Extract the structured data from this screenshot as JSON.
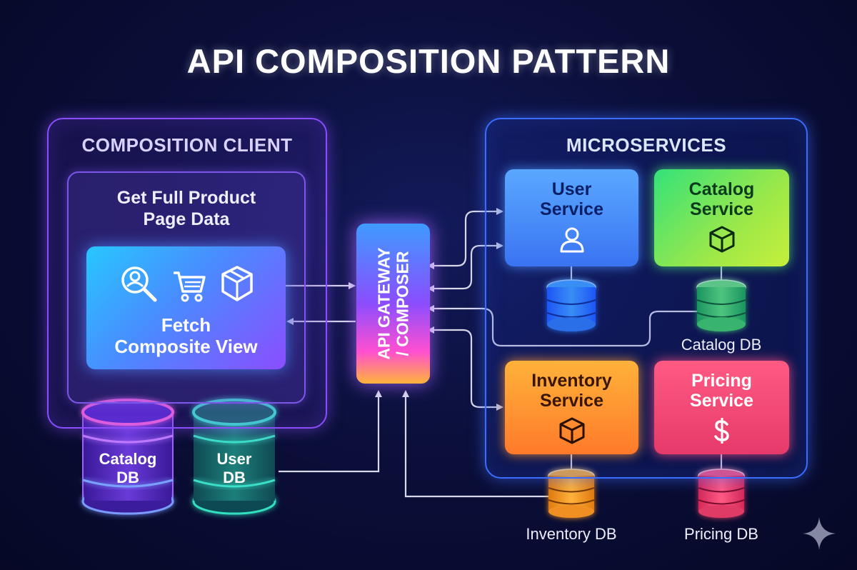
{
  "title": "API COMPOSITION PATTERN",
  "client": {
    "label": "COMPOSITION CLIENT",
    "inner_line1": "Get Full Product",
    "inner_line2": "Page Data",
    "fetch_line1": "Fetch",
    "fetch_line2": "Composite View",
    "icons": [
      "search-user-icon",
      "cart-icon",
      "box-icon"
    ]
  },
  "gateway": {
    "line1": "API GATEWAY",
    "line2": "/ COMPOSER"
  },
  "microservices": {
    "label": "MICROSERVICES",
    "user_service": {
      "line1": "User",
      "line2": "Service",
      "icon": "user-icon"
    },
    "catalog_service": {
      "line1": "Catalog",
      "line2": "Service",
      "icon": "cube-icon"
    },
    "inventory_service": {
      "line1": "Inventory",
      "line2": "Service",
      "icon": "cube-icon"
    },
    "pricing_service": {
      "line1": "Pricing",
      "line2": "Service",
      "icon": "dollar-icon"
    }
  },
  "databases": {
    "client_catalog": {
      "line1": "Catalog",
      "line2": "DB"
    },
    "client_user": {
      "line1": "User",
      "line2": "DB"
    },
    "catalog_caption": "Catalog DB",
    "inventory_caption": "Inventory DB",
    "pricing_caption": "Pricing DB"
  },
  "colors": {
    "background": "#0b0f3a",
    "client_border": "#8a4dff",
    "microservices_border": "#3a6dff",
    "user_service": "#4a8dff",
    "catalog_service": "#6be35a",
    "inventory_service": "#ff9a30",
    "pricing_service": "#ff4d7a",
    "connector": "#d8d8e8"
  }
}
